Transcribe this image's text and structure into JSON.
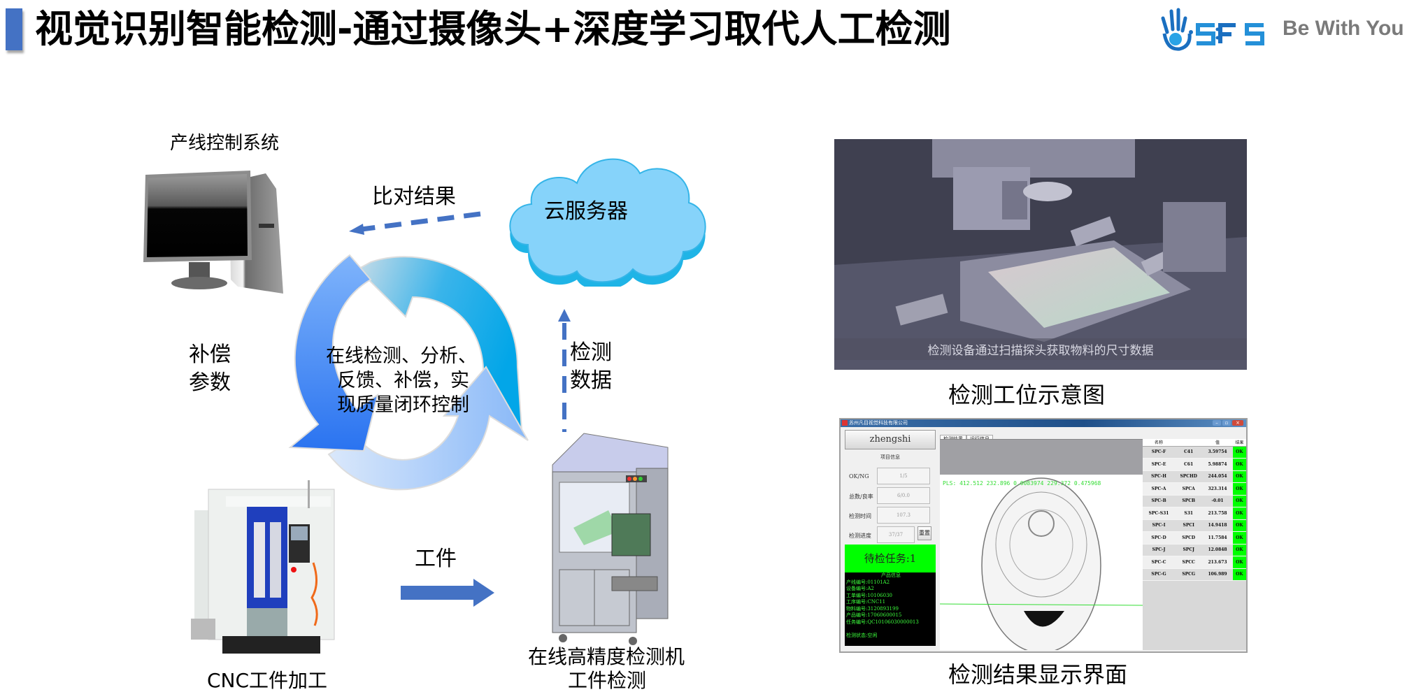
{
  "header": {
    "title": "视觉识别智能检测-通过摄像头+深度学习取代人工检测",
    "logo_text": "SFS",
    "slogan": "Be With You",
    "accent_color": "#4472c4"
  },
  "diagram": {
    "control_system_label": "产线控制系统",
    "compare_result_label": "比对结果",
    "cloud_label": "云服务器",
    "compensation_label_line1": "补偿",
    "compensation_label_line2": "参数",
    "detection_data_line1": "检测",
    "detection_data_line2": "数据",
    "cycle_text_line1": "在线检测、分析、",
    "cycle_text_line2": "反馈、补偿，实",
    "cycle_text_line3": "现质量闭环控制",
    "workpiece_label": "工件",
    "cnc_label": "CNC工件加工",
    "inspector_label_line1": "在线高精度检测机",
    "inspector_label_line2": "工件检测",
    "arrow_color": "#4472c4",
    "cloud_color": "#7fd0f8"
  },
  "station_photo": {
    "subtitle": "检测设备通过扫描探头获取物料的尺寸数据",
    "caption": "检测工位示意图"
  },
  "inspection_ui": {
    "caption": "检测结果显示界面",
    "window_title": "苏州凡目视觉科技有限公司",
    "user": "zhengshi",
    "group_label": "项目信息",
    "rows": [
      {
        "label": "OK/NG",
        "value": "1/5"
      },
      {
        "label": "总数/良率",
        "value": "6/0.0"
      },
      {
        "label": "检测时间",
        "value": "107.3"
      },
      {
        "label": "检测进度",
        "value": "37/37"
      }
    ],
    "reset_button": "重置",
    "pending_tasks": "待检任务:1",
    "product_info": {
      "title": "产品信息",
      "lines": [
        "产线编号:01101A2",
        "设备编号:A2",
        "工单编号:10106030",
        "工序编号:CNC11",
        "物料编号:3120893199",
        "产品编号:17060600015",
        "任务编号:QC10106030000013",
        "",
        "检测状态:空闲"
      ]
    },
    "tabs": [
      {
        "label": "检测结果",
        "active": true
      },
      {
        "label": "运行信息",
        "active": false
      }
    ],
    "pls_readout": "PLS: 412.512 232.896 0.0083974 229.372 0.475968",
    "table": {
      "headers": [
        "名称",
        "",
        "值",
        "结果"
      ],
      "rows": [
        [
          "SPC-F",
          "C41",
          "3.59754",
          "OK"
        ],
        [
          "SPC-E",
          "C61",
          "5.98874",
          "OK"
        ],
        [
          "SPC-H",
          "SPCHD",
          "244.054",
          "OK"
        ],
        [
          "SPC-A",
          "SPCA",
          "323.314",
          "OK"
        ],
        [
          "SPC-B",
          "SPCB",
          "-0.01",
          "OK"
        ],
        [
          "SPC-S31",
          "S31",
          "213.758",
          "OK"
        ],
        [
          "SPC-I",
          "SPCI",
          "14.9418",
          "OK"
        ],
        [
          "SPC-D",
          "SPCD",
          "11.7584",
          "OK"
        ],
        [
          "SPC-J",
          "SPCJ",
          "12.0848",
          "OK"
        ],
        [
          "SPC-C",
          "SPCC",
          "213.673",
          "OK"
        ],
        [
          "SPC-G",
          "SPCG",
          "106.989",
          "OK"
        ]
      ]
    }
  }
}
